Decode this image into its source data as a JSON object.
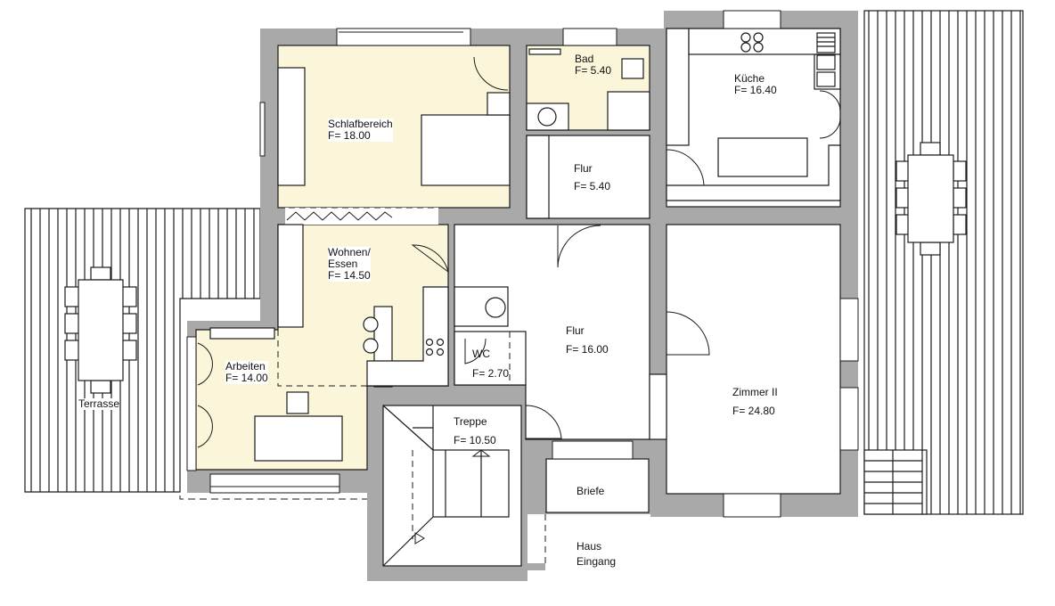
{
  "plan": {
    "type": "floor_plan",
    "wall_color": "#a9a9a9",
    "highlight_fill": "#fbf6d9",
    "line_color": "#1a1a1a"
  },
  "rooms": [
    {
      "id": "schlafbereich",
      "name": "Schlafbereich",
      "area": "F= 18.00",
      "highlighted": true
    },
    {
      "id": "bad",
      "name": "Bad",
      "area": "F= 5.40",
      "highlighted": true
    },
    {
      "id": "kueche",
      "name": "Küche",
      "area": "F= 16.40",
      "highlighted": false
    },
    {
      "id": "flur-upper",
      "name": "Flur",
      "area": "F= 5.40",
      "highlighted": false
    },
    {
      "id": "wohnen-essen",
      "name_line1": "Wohnen/",
      "name_line2": "Essen",
      "area": "F= 14.50",
      "highlighted": true
    },
    {
      "id": "flur-main",
      "name": "Flur",
      "area": "F= 16.00",
      "highlighted": false
    },
    {
      "id": "wc",
      "name": "WC",
      "area": "F= 2.70",
      "highlighted": false
    },
    {
      "id": "arbeiten",
      "name": "Arbeiten",
      "area": "F= 14.00",
      "highlighted": true
    },
    {
      "id": "zimmer-ii",
      "name": "Zimmer II",
      "area": "F= 24.80",
      "highlighted": false
    },
    {
      "id": "treppe",
      "name": "Treppe",
      "area": "F= 10.50",
      "highlighted": false
    },
    {
      "id": "briefe",
      "name": "Briefe",
      "highlighted": false
    },
    {
      "id": "haus-eingang",
      "name_line1": "Haus",
      "name_line2": "Eingang",
      "highlighted": false
    }
  ],
  "outdoor": {
    "terrace_left": {
      "label": "Terrasse"
    },
    "terrace_right": {
      "label": ""
    }
  }
}
